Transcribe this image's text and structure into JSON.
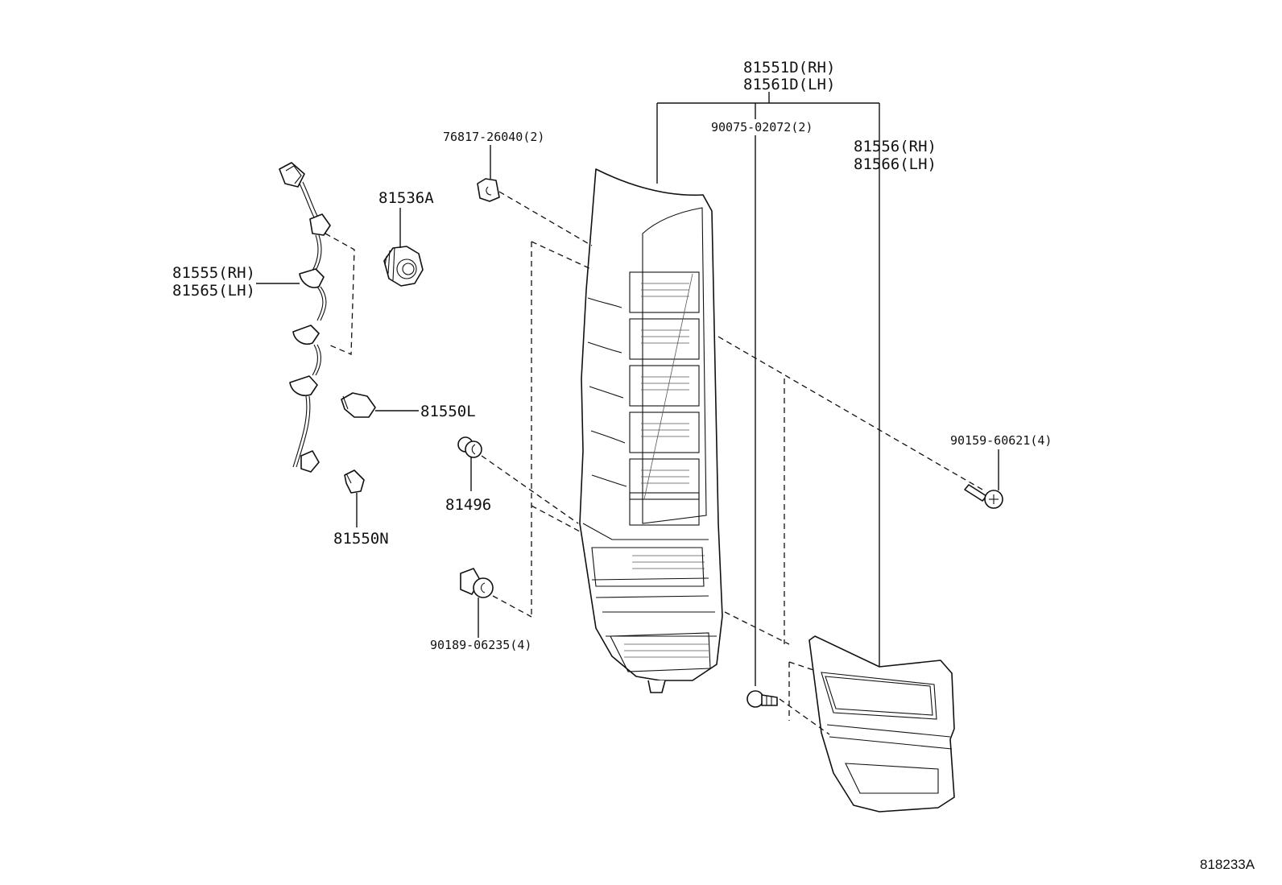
{
  "labels": {
    "lamp_assy_rh": "81551D(RH)",
    "lamp_assy_lh": "81561D(LH)",
    "screw_upper": "90075-02072(2)",
    "lens_rh": "81556(RH)",
    "lens_lh": "81566(LH)",
    "clip_top": "76817-26040(2)",
    "socket": "81536A",
    "wire_rh": "81555(RH)",
    "wire_lh": "81565(LH)",
    "bulb_l": "81550L",
    "grommet": "81496",
    "bulb_n": "81550N",
    "clip_bottom": "90189-06235(4)",
    "screw_right": "90159-60621(4)"
  },
  "reference_number": "818233A"
}
